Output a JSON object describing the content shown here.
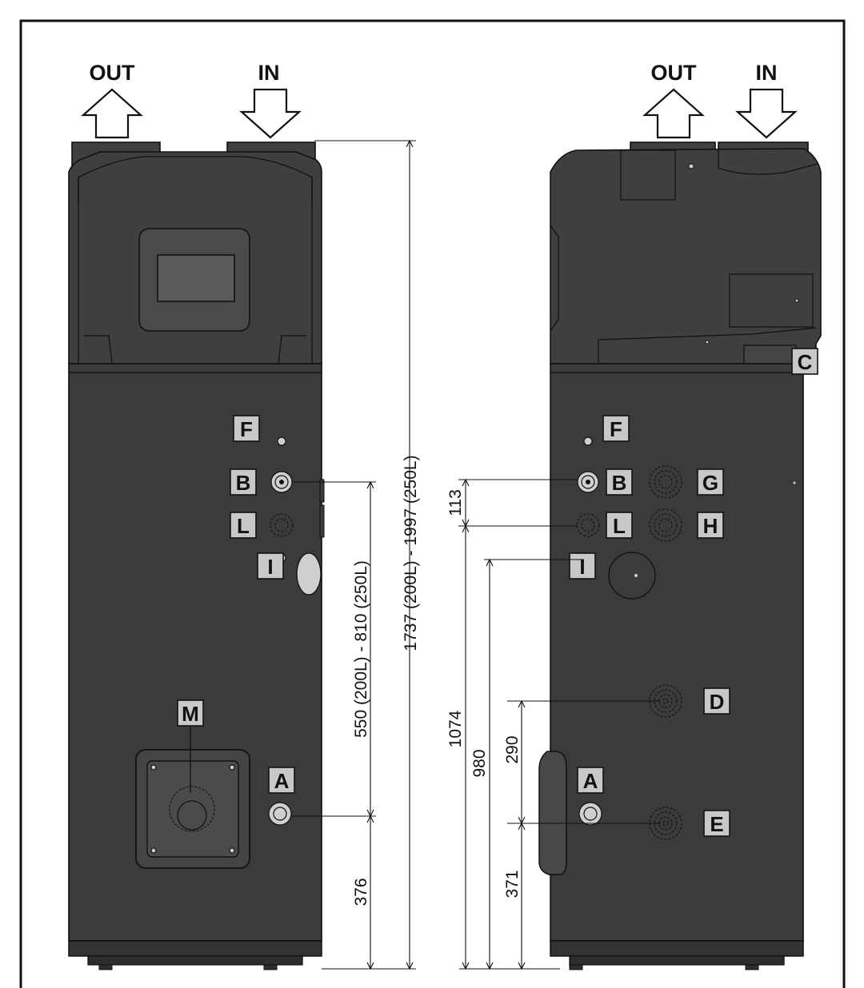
{
  "arrows": {
    "left_out": "OUT",
    "left_in": "IN",
    "right_out": "OUT",
    "right_in": "IN"
  },
  "labels": {
    "left": {
      "F": "F",
      "B": "B",
      "L": "L",
      "I": "I",
      "M": "M",
      "A": "A"
    },
    "right": {
      "C": "C",
      "F": "F",
      "B": "B",
      "G": "G",
      "L": "L",
      "H": "H",
      "I": "I",
      "D": "D",
      "A": "A",
      "E": "E"
    }
  },
  "dimensions": {
    "total_height": "1737 (200L)  -  1997 (250L)",
    "b_to_a": "550 (200L)  -  810 (250L)",
    "a_height": "376",
    "b_to_l": "113",
    "l_height": "1074",
    "i_height": "980",
    "d_to_e": "290",
    "e_height": "371"
  },
  "colors": {
    "body": "#3b3b3b",
    "label_box": "#c8c8c8",
    "line": "#111111"
  }
}
